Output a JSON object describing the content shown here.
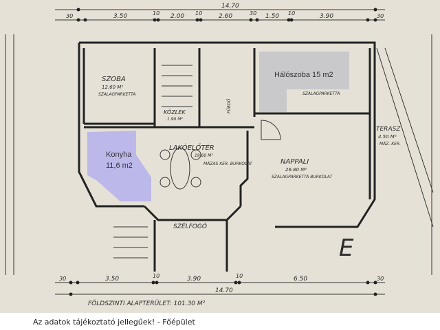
{
  "plan": {
    "top_dims": {
      "total": "14.70",
      "segments": [
        "30",
        "3.50",
        "10",
        "2.00",
        "10",
        "2.60",
        "30",
        "1.50",
        "10",
        "3.90",
        "30"
      ]
    },
    "bottom_dims": {
      "total": "14.70",
      "segments": [
        "30",
        "3.50",
        "10",
        "3.90",
        "10",
        "6.50",
        "30"
      ]
    },
    "floor_area_label": "FÖLDSZINTI ALAPTERÜLET: 101.30 M²",
    "rooms": {
      "szoba": {
        "name": "SZOBA",
        "area": "12.60 M²",
        "floor": "SZALAGPARKETTA"
      },
      "kozlek": {
        "name": "KÖZLEK",
        "area": "1.90 M²"
      },
      "lakoelotert": {
        "name": "LAKÓELŐTÉR",
        "area": "19.60 M²",
        "floor": "MÁZAS KER. BURKOLAT"
      },
      "nappali": {
        "name": "NAPPALI",
        "area": "26.80 M²",
        "floor": "SZALAGPARKETTA BURKOLAT"
      },
      "terasz": {
        "name": "TERASZ",
        "area": "4.50 M²",
        "floor": "MÁZ. KER."
      },
      "szelfogo": {
        "name": "SZÉLFOGÓ"
      },
      "halo_floor": "SZALAGPARKETTA",
      "furdo": "FÜRDŐ"
    },
    "overlays": {
      "haloszoba": "Hálószoba 15 m2",
      "konyha_name": "Konyha",
      "konyha_area": "11,6 m2"
    },
    "overlay_colors": {
      "haloszoba": "#c9c9cc",
      "konyha": "#bdb8ea"
    }
  },
  "caption": "Az adatok tájékoztató jellegűek! - Főépület"
}
